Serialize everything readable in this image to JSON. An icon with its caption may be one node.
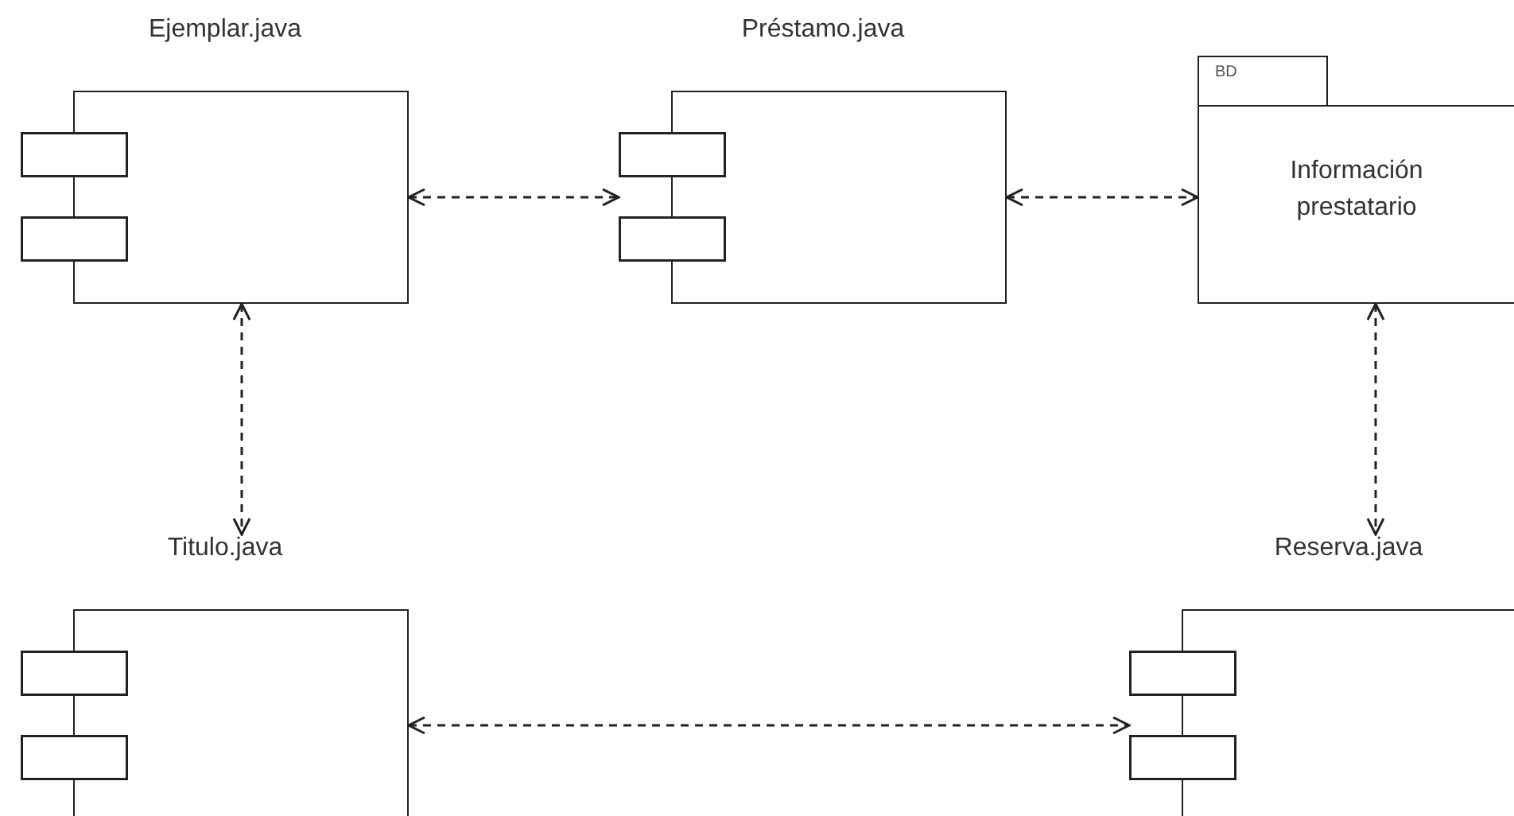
{
  "diagram": {
    "nodes": [
      {
        "text": [
          "Ejemplar.java"
        ]
      },
      {
        "text": [
          "Préstamo.java"
        ]
      },
      {
        "text": [
          "BD",
          "Información prestatario"
        ]
      },
      {
        "text": [
          "Titulo.java"
        ]
      },
      {
        "text": [
          "Reserva.java"
        ]
      }
    ],
    "edges": [
      {
        "from": 0,
        "to": 1,
        "arrow": "both",
        "style": "dashed"
      },
      {
        "from": 1,
        "to": 2,
        "arrow": "both",
        "style": "dashed"
      },
      {
        "from": 0,
        "to": 3,
        "arrow": "both",
        "style": "dashed"
      },
      {
        "from": 2,
        "to": 4,
        "arrow": "both",
        "style": "dashed"
      },
      {
        "from": 3,
        "to": 4,
        "arrow": "both",
        "style": "dashed"
      }
    ]
  }
}
